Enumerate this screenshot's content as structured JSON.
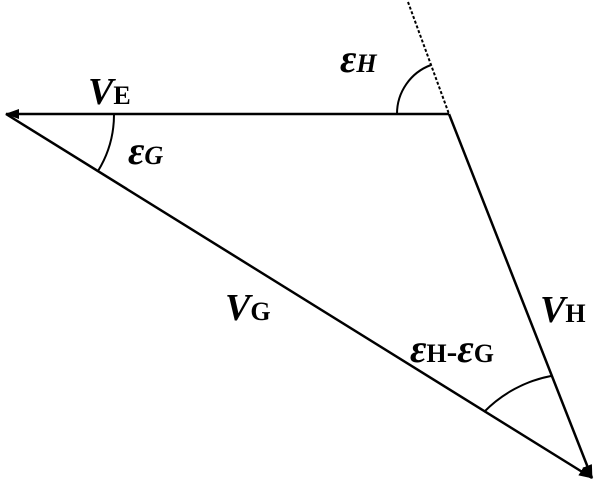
{
  "colors": {
    "background": "#ffffff",
    "ink": "#000000"
  },
  "vectors": {
    "ve": {
      "symbol": "V",
      "subscript": "E"
    },
    "vg": {
      "symbol": "V",
      "subscript": "G"
    },
    "vh": {
      "symbol": "V",
      "subscript": "H"
    }
  },
  "angles": {
    "eps_h": {
      "symbol": "ε",
      "subscript": "H"
    },
    "eps_g": {
      "symbol": "ε",
      "subscript": "G"
    },
    "eps_diff": {
      "left_symbol": "ε",
      "left_subscript": "H",
      "operator": "-",
      "right_symbol": "ε",
      "right_subscript": "G"
    }
  }
}
